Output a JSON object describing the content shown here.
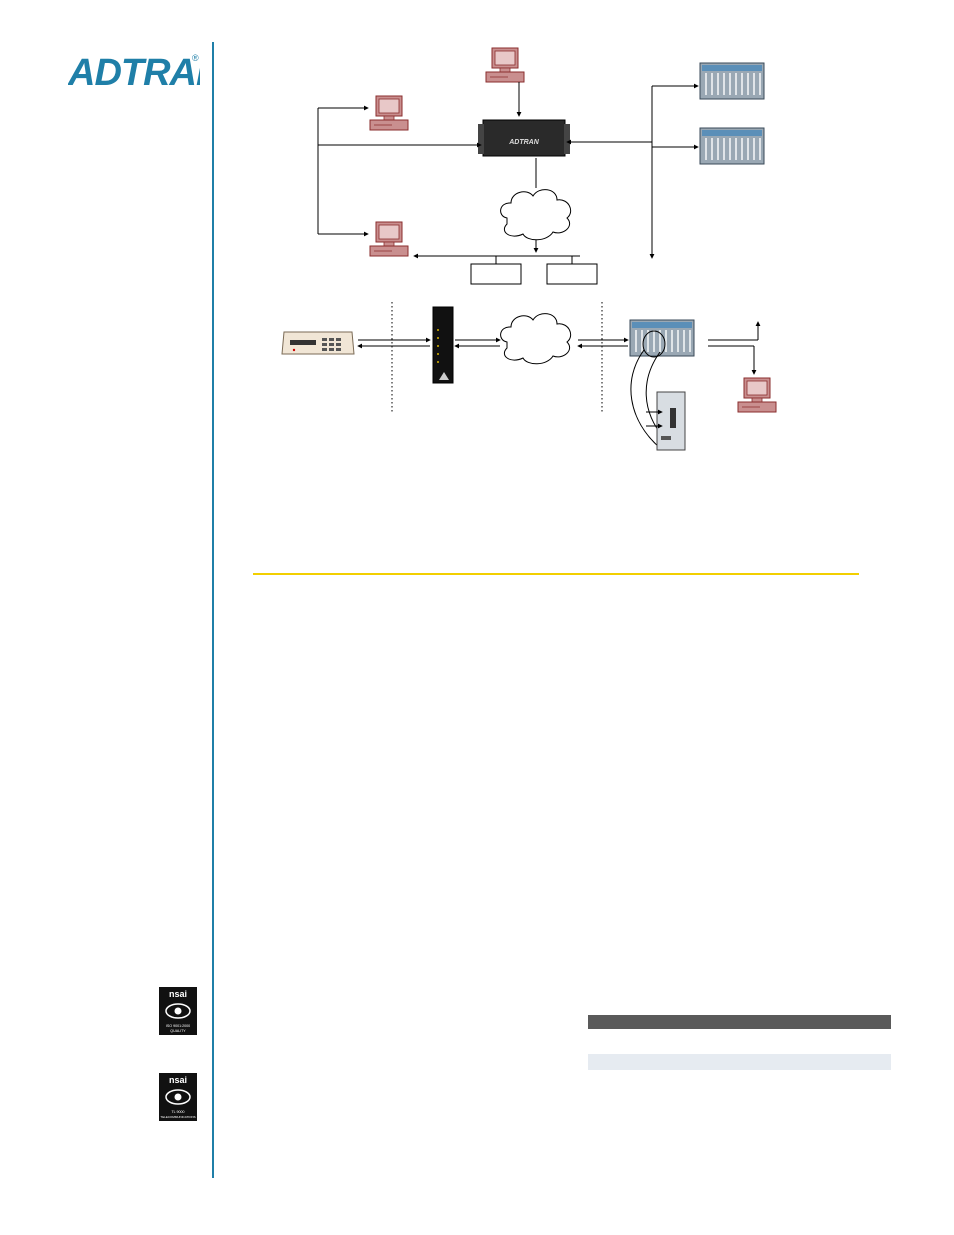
{
  "logo": {
    "text": "ADTRAN",
    "registered": "®"
  },
  "badges": [
    {
      "brand": "nsai",
      "caption_1": "ISO 9001:2000",
      "caption_2": "QUALITY"
    },
    {
      "brand": "nsai",
      "caption_1": "TL 9000",
      "caption_2": "TELECOMMUNICATIONS"
    }
  ],
  "colors": {
    "brand_blue": "#1f7fa8",
    "accent_yellow": "#f2cf00",
    "pc_red": "#a33a3a",
    "pc_fill": "#c98f8f"
  },
  "device_labels": {
    "central_unit": "ADTRAN"
  }
}
